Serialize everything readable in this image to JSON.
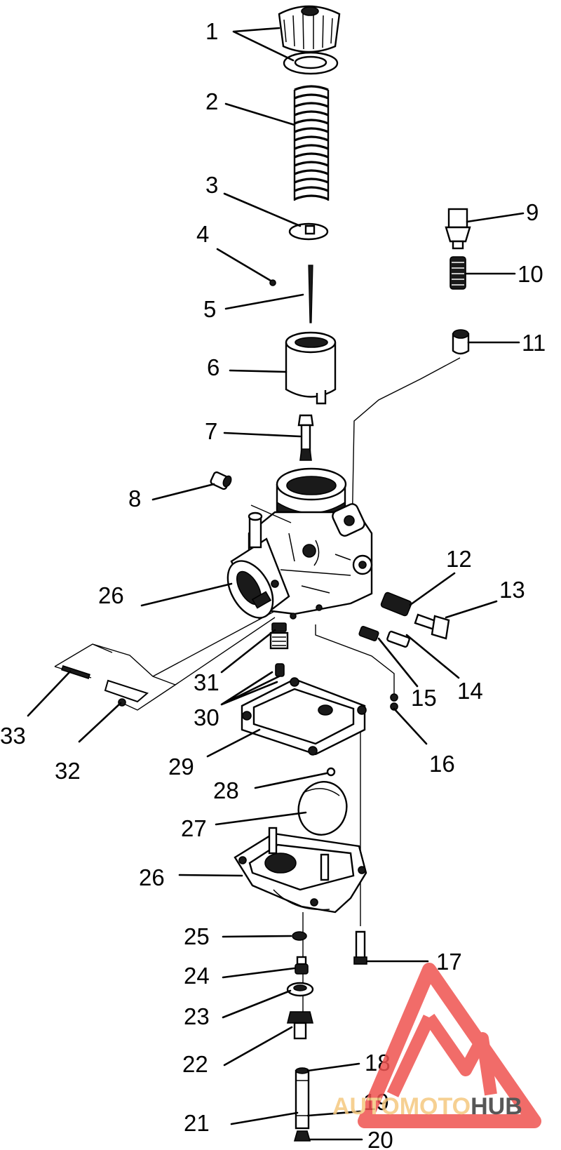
{
  "callouts": [
    "1",
    "2",
    "3",
    "4",
    "5",
    "6",
    "7",
    "8",
    "9",
    "10",
    "11",
    "12",
    "13",
    "14",
    "15",
    "16",
    "17",
    "18",
    "19",
    "20",
    "21",
    "22",
    "23",
    "24",
    "25",
    "26",
    "26",
    "27",
    "28",
    "29",
    "30",
    "31",
    "32",
    "33"
  ],
  "watermark": {
    "text_auto": "AUTO",
    "text_moto": "MOTO",
    "text_hub": "HUB",
    "color_auto": "#f5c880",
    "color_moto": "#f5c880",
    "color_hub": "#3a3a3a",
    "logo_color": "#ef5350"
  }
}
